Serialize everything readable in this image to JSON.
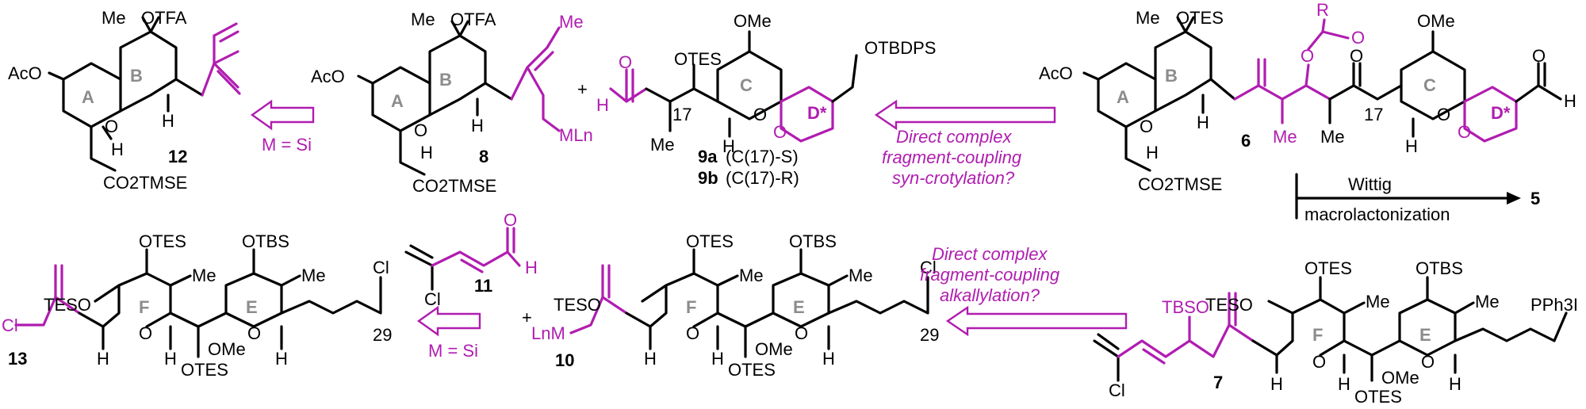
{
  "colors": {
    "highlight": "#b01db0",
    "ring_label": "#8c8c8c",
    "ink": "#000000"
  },
  "compounds": {
    "c12": {
      "number": "12",
      "labels": {
        "me": "Me",
        "otfa": "OTFA",
        "aco": "AcO",
        "ring_a": "A",
        "ring_b": "B",
        "o_ring": "O",
        "h_top": "H",
        "h_bottom": "H",
        "ester": "CO2TMSE"
      }
    },
    "c8": {
      "number": "8",
      "labels": {
        "me": "Me",
        "otfa": "OTFA",
        "aco": "AcO",
        "ring_a": "A",
        "ring_b": "B",
        "o_ring": "O",
        "h_top": "H",
        "h_bottom": "H",
        "ester": "CO2TMSE",
        "me_alkene": "Me",
        "ml": "MLn"
      }
    },
    "c9": {
      "number_a": "9a",
      "desc_a": "(C(17)-S)",
      "number_b": "9b",
      "desc_b": "(C(17)-R)",
      "labels": {
        "ome": "OMe",
        "otes": "OTES",
        "otbdps": "OTBDPS",
        "ald_o": "O",
        "ald_h": "H",
        "c17": "17",
        "me": "Me",
        "ring_c": "C",
        "ring_d": "D*",
        "o_ring": "O",
        "o_ring2": "O",
        "h": "H"
      }
    },
    "c6": {
      "number": "6",
      "labels": {
        "me": "Me",
        "otes": "OTES",
        "aco": "AcO",
        "r": "R",
        "o_acyl": "O",
        "o_carbonyl": "O",
        "ketone_o": "O",
        "ome": "OMe",
        "ald_o": "O",
        "ald_h": "H",
        "ring_a": "A",
        "ring_b": "B",
        "ring_c": "C",
        "ring_d": "D*",
        "c17": "17",
        "me2": "Me",
        "me3": "Me",
        "h1": "H",
        "h2": "H",
        "h3": "H",
        "o1": "O",
        "o2": "O",
        "o3": "O",
        "ester": "CO2TMSE"
      }
    },
    "c11": {
      "number": "11",
      "labels": {
        "cl": "Cl",
        "o": "O",
        "h": "H"
      }
    },
    "c13": {
      "number": "13",
      "labels": {
        "cl": "Cl",
        "tesO": "TESO",
        "otes": "OTES",
        "otbs": "OTBS",
        "me": "Me",
        "me2": "Me",
        "ring_f": "F",
        "ring_e": "E",
        "o1": "O",
        "o2": "O",
        "ome": "OMe",
        "otes2": "OTES",
        "h1": "H",
        "h2": "H",
        "h3": "H",
        "cl2": "Cl",
        "c29": "29"
      }
    },
    "c10": {
      "number": "10",
      "labels": {
        "lnm": "LnM",
        "tesO": "TESO",
        "otes": "OTES",
        "otbs": "OTBS",
        "me": "Me",
        "me2": "Me",
        "ring_f": "F",
        "ring_e": "E",
        "o1": "O",
        "o2": "O",
        "ome": "OMe",
        "otes2": "OTES",
        "h1": "H",
        "h2": "H",
        "h3": "H",
        "cl": "Cl",
        "c29": "29"
      }
    },
    "c7": {
      "number": "7",
      "labels": {
        "cl": "Cl",
        "tbso": "TBSO",
        "tesO": "TESO",
        "otes": "OTES",
        "otbs": "OTBS",
        "me": "Me",
        "me2": "Me",
        "ring_f": "F",
        "ring_e": "E",
        "o1": "O",
        "o2": "O",
        "ome": "OMe",
        "otes2": "OTES",
        "h1": "H",
        "h2": "H",
        "h3": "H",
        "pph3i": "PPh3I"
      }
    }
  },
  "arrows": {
    "m_si_top": "M = Si",
    "m_si_bottom": "M = Si",
    "note_top": [
      "Direct complex",
      "fragment-coupling",
      "syn-crotylation?"
    ],
    "note_bottom": [
      "Direct complex",
      "fragment-coupling",
      "alkallylation?"
    ],
    "plus_top": "+",
    "plus_bottom": "+"
  },
  "forward": {
    "step1": "Wittig",
    "step2": "macrolactonization",
    "target": "5"
  }
}
